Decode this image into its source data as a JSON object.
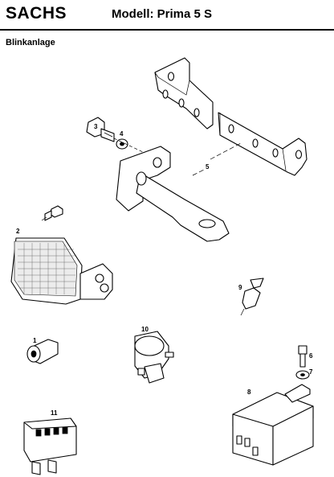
{
  "header": {
    "brand": "SACHS",
    "model": "Modell: Prima 5 S"
  },
  "section_title": "Blinkanlage",
  "parts": [
    {
      "num": "1"
    },
    {
      "num": "2"
    },
    {
      "num": "3"
    },
    {
      "num": "4"
    },
    {
      "num": "5"
    },
    {
      "num": "6"
    },
    {
      "num": "7"
    },
    {
      "num": "8"
    },
    {
      "num": "9"
    },
    {
      "num": "10"
    },
    {
      "num": "11"
    }
  ]
}
